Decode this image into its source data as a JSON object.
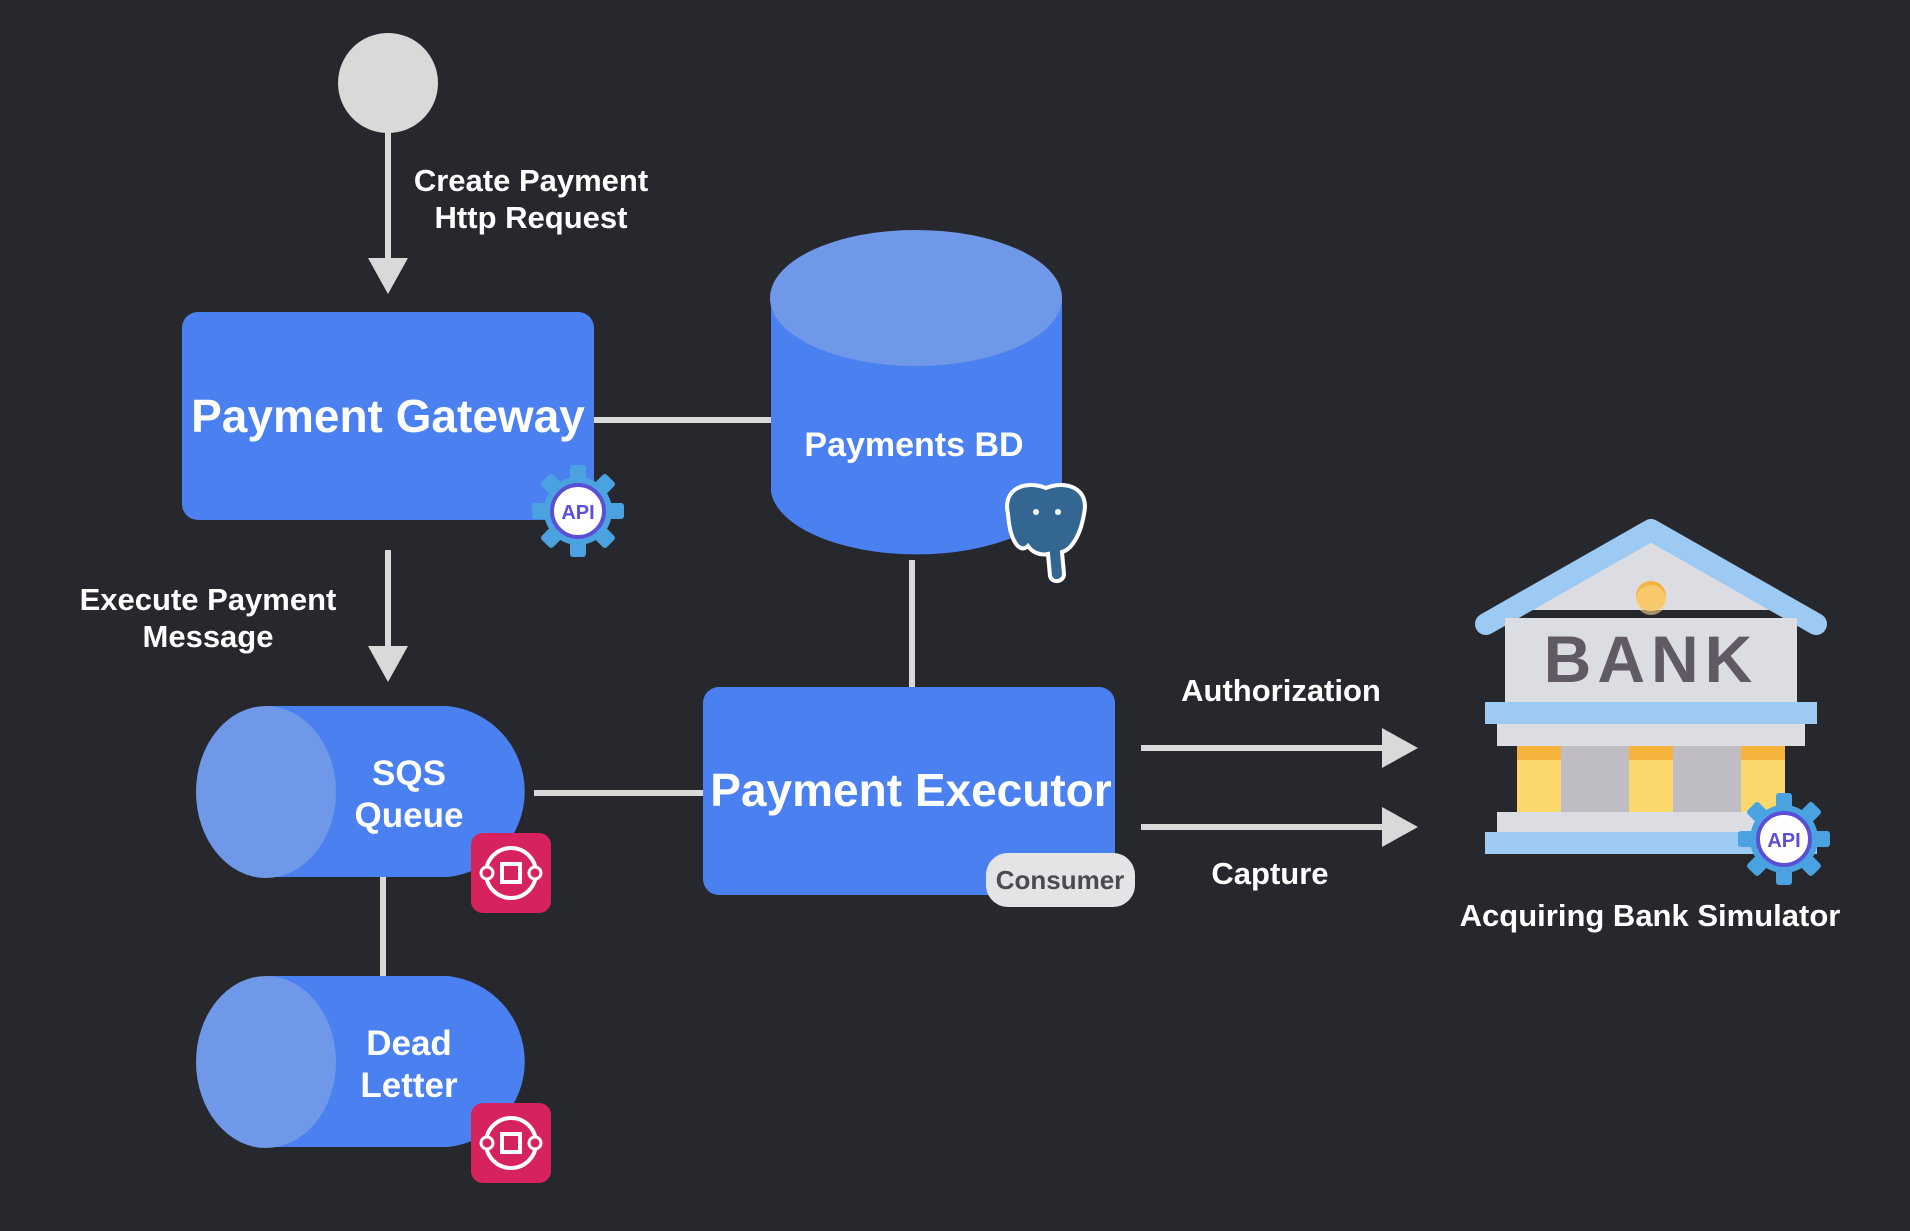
{
  "start_node": {
    "label": ""
  },
  "edges": {
    "create_request": {
      "line1": "Create Payment",
      "line2": "Http Request"
    },
    "execute_message": {
      "line1": "Execute Payment",
      "line2": "Message"
    },
    "authorization": {
      "label": "Authorization"
    },
    "capture": {
      "label": "Capture"
    }
  },
  "nodes": {
    "gateway": {
      "title": "Payment Gateway",
      "badge": "API"
    },
    "database": {
      "title": "Payments BD",
      "icon": "postgresql-elephant-icon"
    },
    "queue": {
      "line1": "SQS",
      "line2": "Queue",
      "icon": "sqs-icon"
    },
    "dead_letter": {
      "line1": "Dead",
      "line2": "Letter",
      "icon": "sqs-icon"
    },
    "executor": {
      "title": "Payment Executor",
      "badge": "Consumer"
    },
    "bank": {
      "sign": "BANK",
      "caption": "Acquiring Bank Simulator",
      "badge": "API"
    }
  },
  "colors": {
    "background": "#27282d",
    "node_blue": "#4a80f0",
    "node_light_blue": "#6f98e8",
    "connector": "#d9d9d9",
    "sqs_pink": "#d6235e",
    "api_gear": "#4aa3e0"
  }
}
